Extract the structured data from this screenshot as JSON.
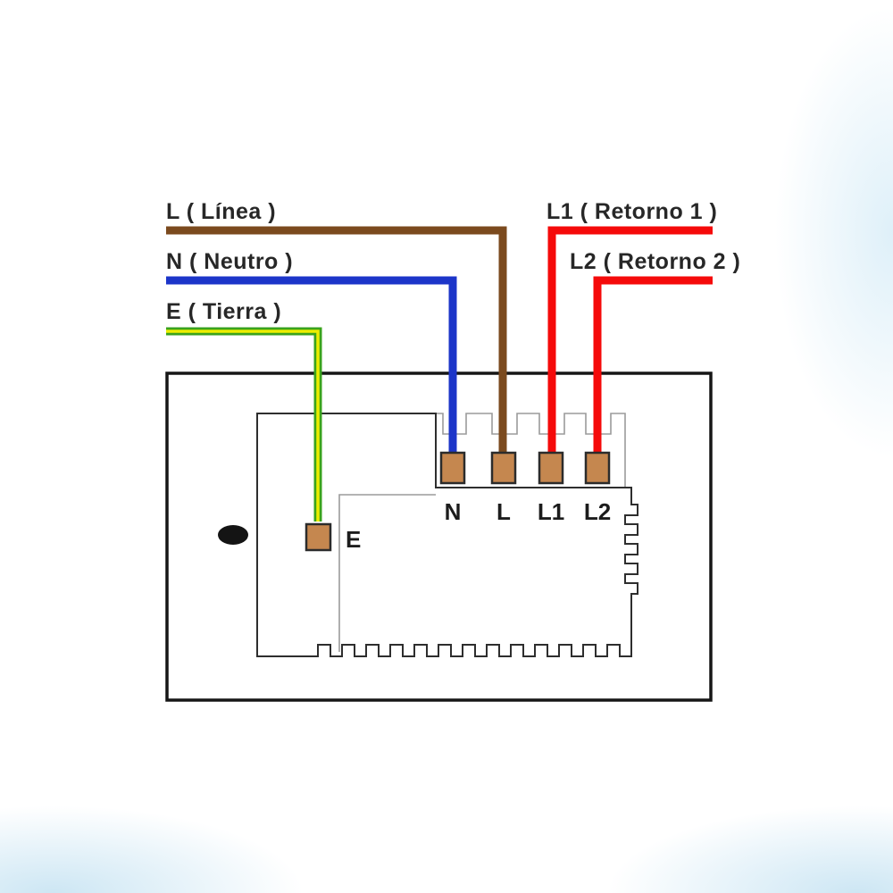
{
  "diagram": {
    "wire_labels": {
      "line": "L ( Línea )",
      "neutral": "N ( Neutro )",
      "earth": "E ( Tierra )",
      "return1": "L1 ( Retorno 1 )",
      "return2": "L2 ( Retorno 2 )"
    },
    "terminal_labels": {
      "n": "N",
      "l": "L",
      "l1": "L1",
      "l2": "L2",
      "e": "E"
    },
    "icons": {
      "indicator_oval": "filled-black-ellipse"
    },
    "colors": {
      "line_wire": "#7B4A1E",
      "neutral_wire": "#1C35C9",
      "earth_wire_green": "#3AA31C",
      "earth_wire_yellow": "#EDED00",
      "return1_wire": "#F50A0A",
      "return2_wire": "#F50A0A",
      "terminal_fill": "#C5874F",
      "terminal_border": "#2B2B2B",
      "box_border": "#161616",
      "module_line": "#2E2E2E",
      "module_line_gray": "#9B9B9B",
      "indicator_fill": "#141414"
    }
  }
}
